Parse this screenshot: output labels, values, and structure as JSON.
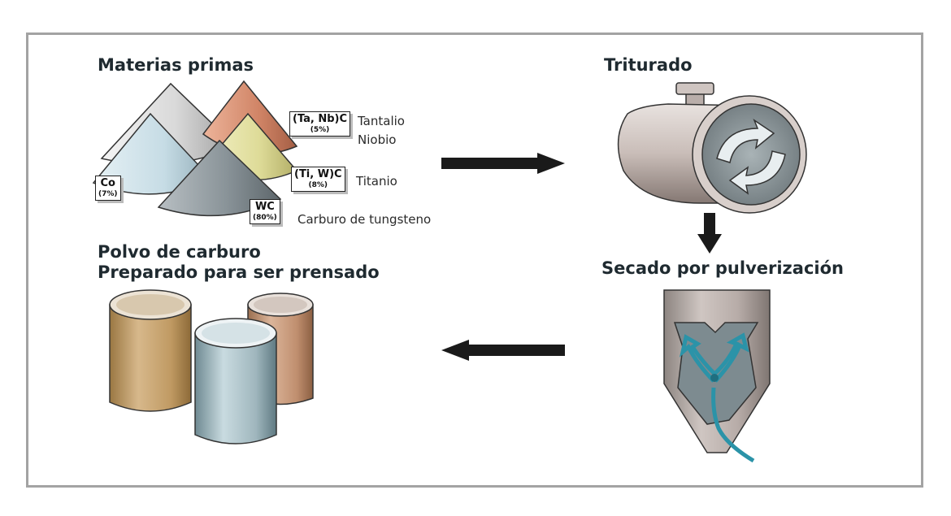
{
  "steps": {
    "raw_materials": {
      "title": "Materias primas"
    },
    "crushing": {
      "title": "Triturado"
    },
    "spray_drying": {
      "title": "Secado por pulverización"
    },
    "powder": {
      "title_line1": "Polvo de carburo",
      "title_line2": "Preparado para ser prensado"
    }
  },
  "materials": [
    {
      "formula": "(Ta, Nb)C",
      "percent": "(5%)",
      "name_line1": "Tantalio",
      "name_line2": "Niobio",
      "color": "#d9957a"
    },
    {
      "formula": "(Ti, W)C",
      "percent": "(8%)",
      "name": "Titanio",
      "color": "#e6e3a6"
    },
    {
      "formula": "WC",
      "percent": "(80%)",
      "name": "Carburo de tungsteno",
      "color": "#8c969c"
    },
    {
      "formula": "Co",
      "percent": "(7%)",
      "name": "",
      "color": "#cfe1e8"
    }
  ],
  "colors": {
    "frame": "#a3a3a3",
    "arrow": "#1a1a1a",
    "heading": "#1f2a30"
  }
}
